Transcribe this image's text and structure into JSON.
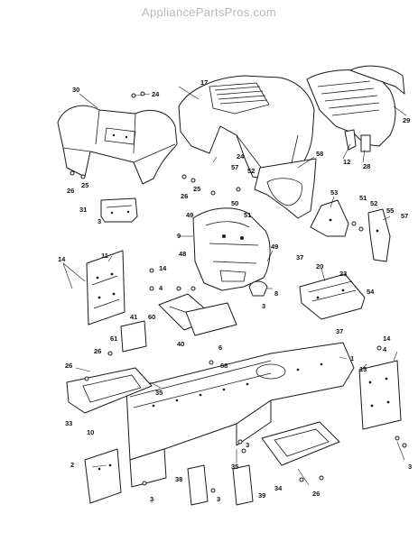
{
  "watermark": "AppliancePartsPros.com",
  "callouts": {
    "c30": "30",
    "c24a": "24",
    "c25a": "25",
    "c26a": "26",
    "c31": "31",
    "c3a": "3",
    "c17": "17",
    "c24b": "24",
    "c25b": "25",
    "c26b": "26",
    "c57a": "57",
    "c52": "52",
    "c50": "50",
    "c49a": "49",
    "c51a": "51",
    "c58": "58",
    "c29": "29",
    "c12": "12",
    "c28": "28",
    "c9": "9",
    "c48": "48",
    "c49b": "49",
    "c8": "8",
    "c3b": "3",
    "c53": "53",
    "c51b": "51",
    "c52b": "52",
    "c55": "55",
    "c57b": "57",
    "c37a": "37",
    "c20": "20",
    "c23": "23",
    "c54": "54",
    "c37b": "37",
    "c11": "11",
    "c14a": "14",
    "c14b": "14",
    "c4a": "4",
    "c41": "41",
    "c60": "60",
    "c61": "61",
    "c26c": "26",
    "c40": "40",
    "c6": "6",
    "c68": "68",
    "c1": "1",
    "c14c": "14",
    "c4b": "4",
    "c13": "13",
    "c26d": "26",
    "c35a": "35",
    "c33": "33",
    "c10": "10",
    "c2": "2",
    "c3c": "3",
    "c38": "38",
    "c3d": "3",
    "c39": "39",
    "c35b": "35",
    "c34": "34",
    "c26e": "26",
    "c3e": "3",
    "c3f": "3"
  }
}
